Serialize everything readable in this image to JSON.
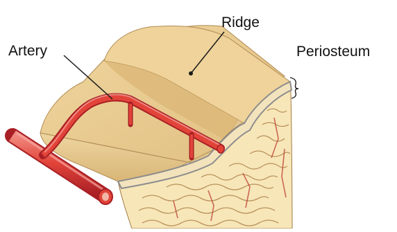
{
  "labels": {
    "ridge": "Ridge",
    "artery": "Artery",
    "periosteum": "Periosteum"
  },
  "colors": {
    "bone_surface": "#ecd29b",
    "bone_shadow": "#d8b474",
    "cortical_layer": "#f3e3bd",
    "spongy_bone": "#f7e6b8",
    "trabecula_line": "#b9925c",
    "blood_vessel_red": "#e2443a",
    "blood_vessel_dark": "#b6262a",
    "periosteum_line": "#8d8d8d",
    "leader_line": "#1a1a1a"
  }
}
